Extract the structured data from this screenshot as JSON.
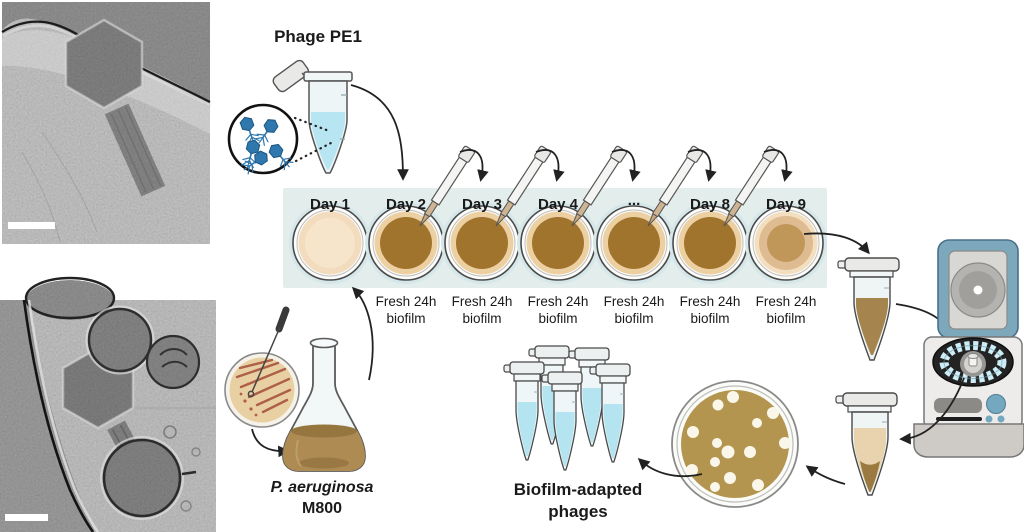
{
  "figure_type": "phage-biofilm-adaptation-workflow",
  "labels": {
    "phage_input": "Phage PE1",
    "host_line1": "P. aeruginosa",
    "host_line2": "M800",
    "output_line1": "Biofilm-adapted",
    "output_line2": "phages",
    "fresh_biofilm_line1": "Fresh 24h",
    "fresh_biofilm_line2": "biofilm"
  },
  "day_panel": {
    "days": [
      {
        "label": "Day 1",
        "dish_state": "fresh-biofilm",
        "fresh_label_below": false
      },
      {
        "label": "Day 2",
        "dish_state": "mature-biofilm",
        "fresh_label_below": true
      },
      {
        "label": "Day 3",
        "dish_state": "mature-biofilm",
        "fresh_label_below": true
      },
      {
        "label": "Day 4",
        "dish_state": "mature-biofilm",
        "fresh_label_below": true
      },
      {
        "label": "...",
        "dish_state": "mature-biofilm",
        "fresh_label_below": true
      },
      {
        "label": "Day 8",
        "dish_state": "mature-biofilm",
        "fresh_label_below": true
      },
      {
        "label": "Day 9",
        "dish_state": "harvested",
        "fresh_label_below": true
      }
    ]
  },
  "scene": {
    "em_micrographs": 2,
    "em_scale_bars": 2,
    "serial_transfer_pipettes": 5,
    "plaque_count": 14,
    "adapted_phage_tubes": 5
  },
  "colors": {
    "panel_bg": "#e3edec",
    "dish_halo": "#d6e7ea",
    "fresh_dish": "#f2dcbd",
    "biofilm_ring": "#edd0a2",
    "biofilm_dark": "#a1742e",
    "harvest_mid": "#dfbb91",
    "harvest_center": "#c09659",
    "phage_blue": "#2f78ad",
    "lysate_blue": "#b8e5f2",
    "culture_brown": "#ad8b53",
    "agar_tan": "#e9d0a2",
    "streak_red": "#ad5f48",
    "plaque_agar": "#b3954f",
    "centrifuge_blue": "#7da8bc",
    "arrow": "#222222"
  }
}
